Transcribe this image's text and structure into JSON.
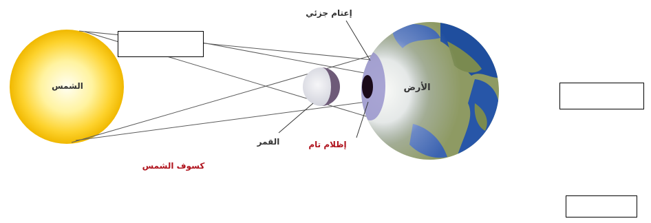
{
  "labels": {
    "sun": "الشمس",
    "moon": "القمر",
    "earth": "الأرض",
    "partial_eclipse": "إعتام جزئي",
    "total_eclipse": "إظلام تام",
    "caption": "كسوف الشمس"
  },
  "answer_boxes": [
    {
      "value": ""
    },
    {
      "value": ""
    },
    {
      "value": ""
    }
  ],
  "colors": {
    "sun_core": "#fffbe0",
    "sun_edge": "#f2c300",
    "earth_land": "#8e9a63",
    "earth_ocean": "#1f4e9e",
    "shadow": "#1a0a1a",
    "label_dark": "#333333",
    "label_red": "#b0141e"
  }
}
